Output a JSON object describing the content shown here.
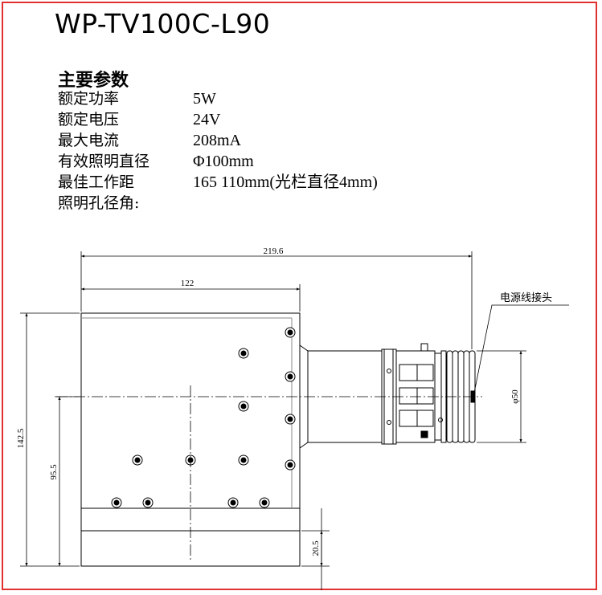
{
  "title": "WP-TV100C-L90",
  "params": {
    "heading": "主要参数",
    "rows": [
      {
        "label": "额定功率",
        "value": "5W"
      },
      {
        "label": "额定电压",
        "value": "24V"
      },
      {
        "label": "最大电流",
        "value": "208mA"
      },
      {
        "label": "有效照明直径",
        "value": "Φ100mm"
      },
      {
        "label": "最佳工作距",
        "value": "165 110mm(光栏直径4mm)"
      },
      {
        "label": "照明孔径角:",
        "value": ""
      }
    ]
  },
  "drawing": {
    "dim_overall_width": "219.6",
    "dim_body_width": "122",
    "dim_overall_height": "142.5",
    "dim_axis_height": "95.5",
    "dim_bottom": "20.5",
    "dim_diameter": "φ50",
    "callout_cable": "电源线接头"
  },
  "colors": {
    "frame": "#e03030",
    "line": "#000000"
  }
}
